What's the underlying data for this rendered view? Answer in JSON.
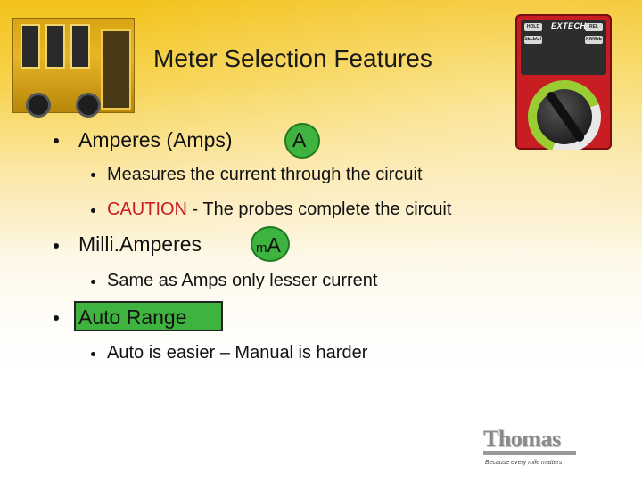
{
  "slide": {
    "title": "Meter Selection Features",
    "bullets": [
      {
        "text": "Amperes (Amps)",
        "symbol": "A",
        "sub": [
          "Measures the current through the circuit"
        ]
      },
      {
        "caution_word": "CAUTION",
        "caution_rest": " - The probes complete the circuit"
      },
      {
        "text": "Milli.Amperes",
        "symbol_prefix": "m",
        "symbol": "A",
        "sub": [
          "Same as Amps only lesser current"
        ]
      },
      {
        "text": "Auto Range",
        "sub": [
          "Auto is easier – Manual is harder"
        ]
      }
    ]
  },
  "meter_image": {
    "brand": "EXTECH",
    "keys": [
      "HOLD",
      "REL",
      "SELECT",
      "RANGE"
    ]
  },
  "logo": {
    "name": "Thomas",
    "tagline": "Because every mile matters"
  },
  "colors": {
    "accent_green": "#3fb33f",
    "caution_red": "#c81d22",
    "background_yellow": "#f3c21a"
  }
}
